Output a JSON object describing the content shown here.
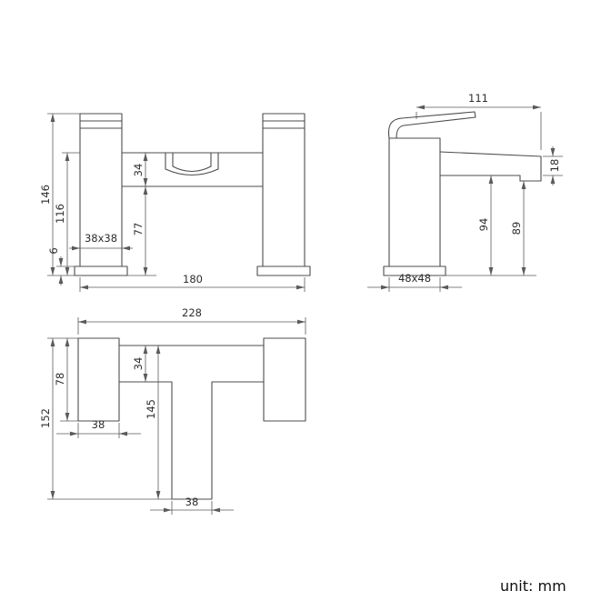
{
  "colors": {
    "line": "#4d4d4d",
    "dim_line": "#5a5a5a",
    "text": "#2e2e2e",
    "background": "#ffffff"
  },
  "unit_note": "unit: mm",
  "views": {
    "front": {
      "dims": {
        "overall_height": "146",
        "body_height": "116",
        "base_height": "6",
        "bridge_height": "34",
        "under_bridge": "77",
        "pillar_section": "38x38",
        "centres": "180"
      }
    },
    "side": {
      "dims": {
        "spout_reach": "111",
        "spout_end": "18",
        "under_spout": "94",
        "under_outlet": "89",
        "base_section": "48x48"
      }
    },
    "plan": {
      "dims": {
        "overall_width": "228",
        "body_depth": "78",
        "bridge_depth": "34",
        "overall_depth": "152",
        "tail_length": "145",
        "body_width": "38",
        "tail_width": "38"
      }
    }
  }
}
